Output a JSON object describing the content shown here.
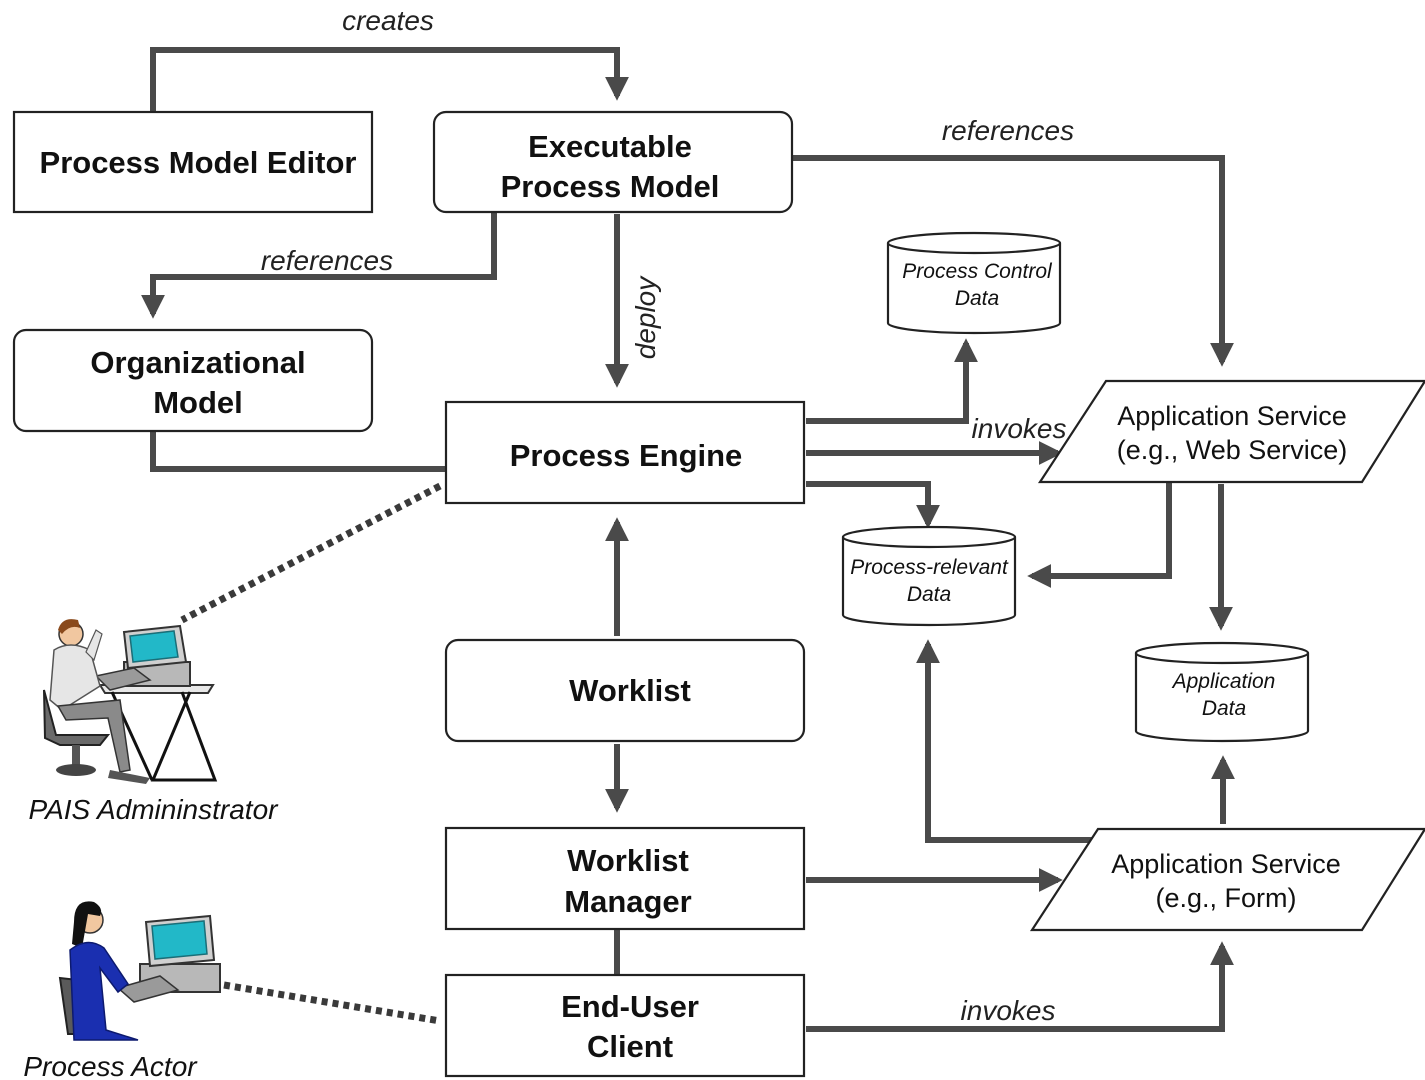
{
  "nodes": {
    "process_model_editor": "Process Model Editor",
    "executable_process_model": [
      "Executable",
      "Process Model"
    ],
    "organizational_model": [
      "Organizational",
      "Model"
    ],
    "process_engine": "Process Engine",
    "worklist": "Worklist",
    "worklist_manager": [
      "Worklist",
      "Manager"
    ],
    "end_user_client": [
      "End-User",
      "Client"
    ],
    "app_service_web": [
      "Application Service",
      "(e.g., Web Service)"
    ],
    "app_service_form": [
      "Application Service",
      "(e.g., Form)"
    ],
    "process_control_data": [
      "Process Control",
      "Data"
    ],
    "process_relevant_data": [
      "Process-relevant",
      "Data"
    ],
    "application_data": [
      "Application",
      "Data"
    ]
  },
  "labels": {
    "creates": "creates",
    "references_top": "references",
    "references_left": "references",
    "deploy": "deploy",
    "invokes_top": "invokes",
    "invokes_bottom": "invokes"
  },
  "actors": {
    "administrator": "PAIS Admininstrator",
    "process_actor": "Process Actor"
  },
  "icons": {
    "administrator": "administrator-at-computer-icon",
    "process_actor": "user-at-computer-icon"
  },
  "colors": {
    "connector": "#4a4a4a",
    "box_stroke": "#222222",
    "monitor_screen": "#22b8c8",
    "actor_blue": "#1a2fb0"
  }
}
